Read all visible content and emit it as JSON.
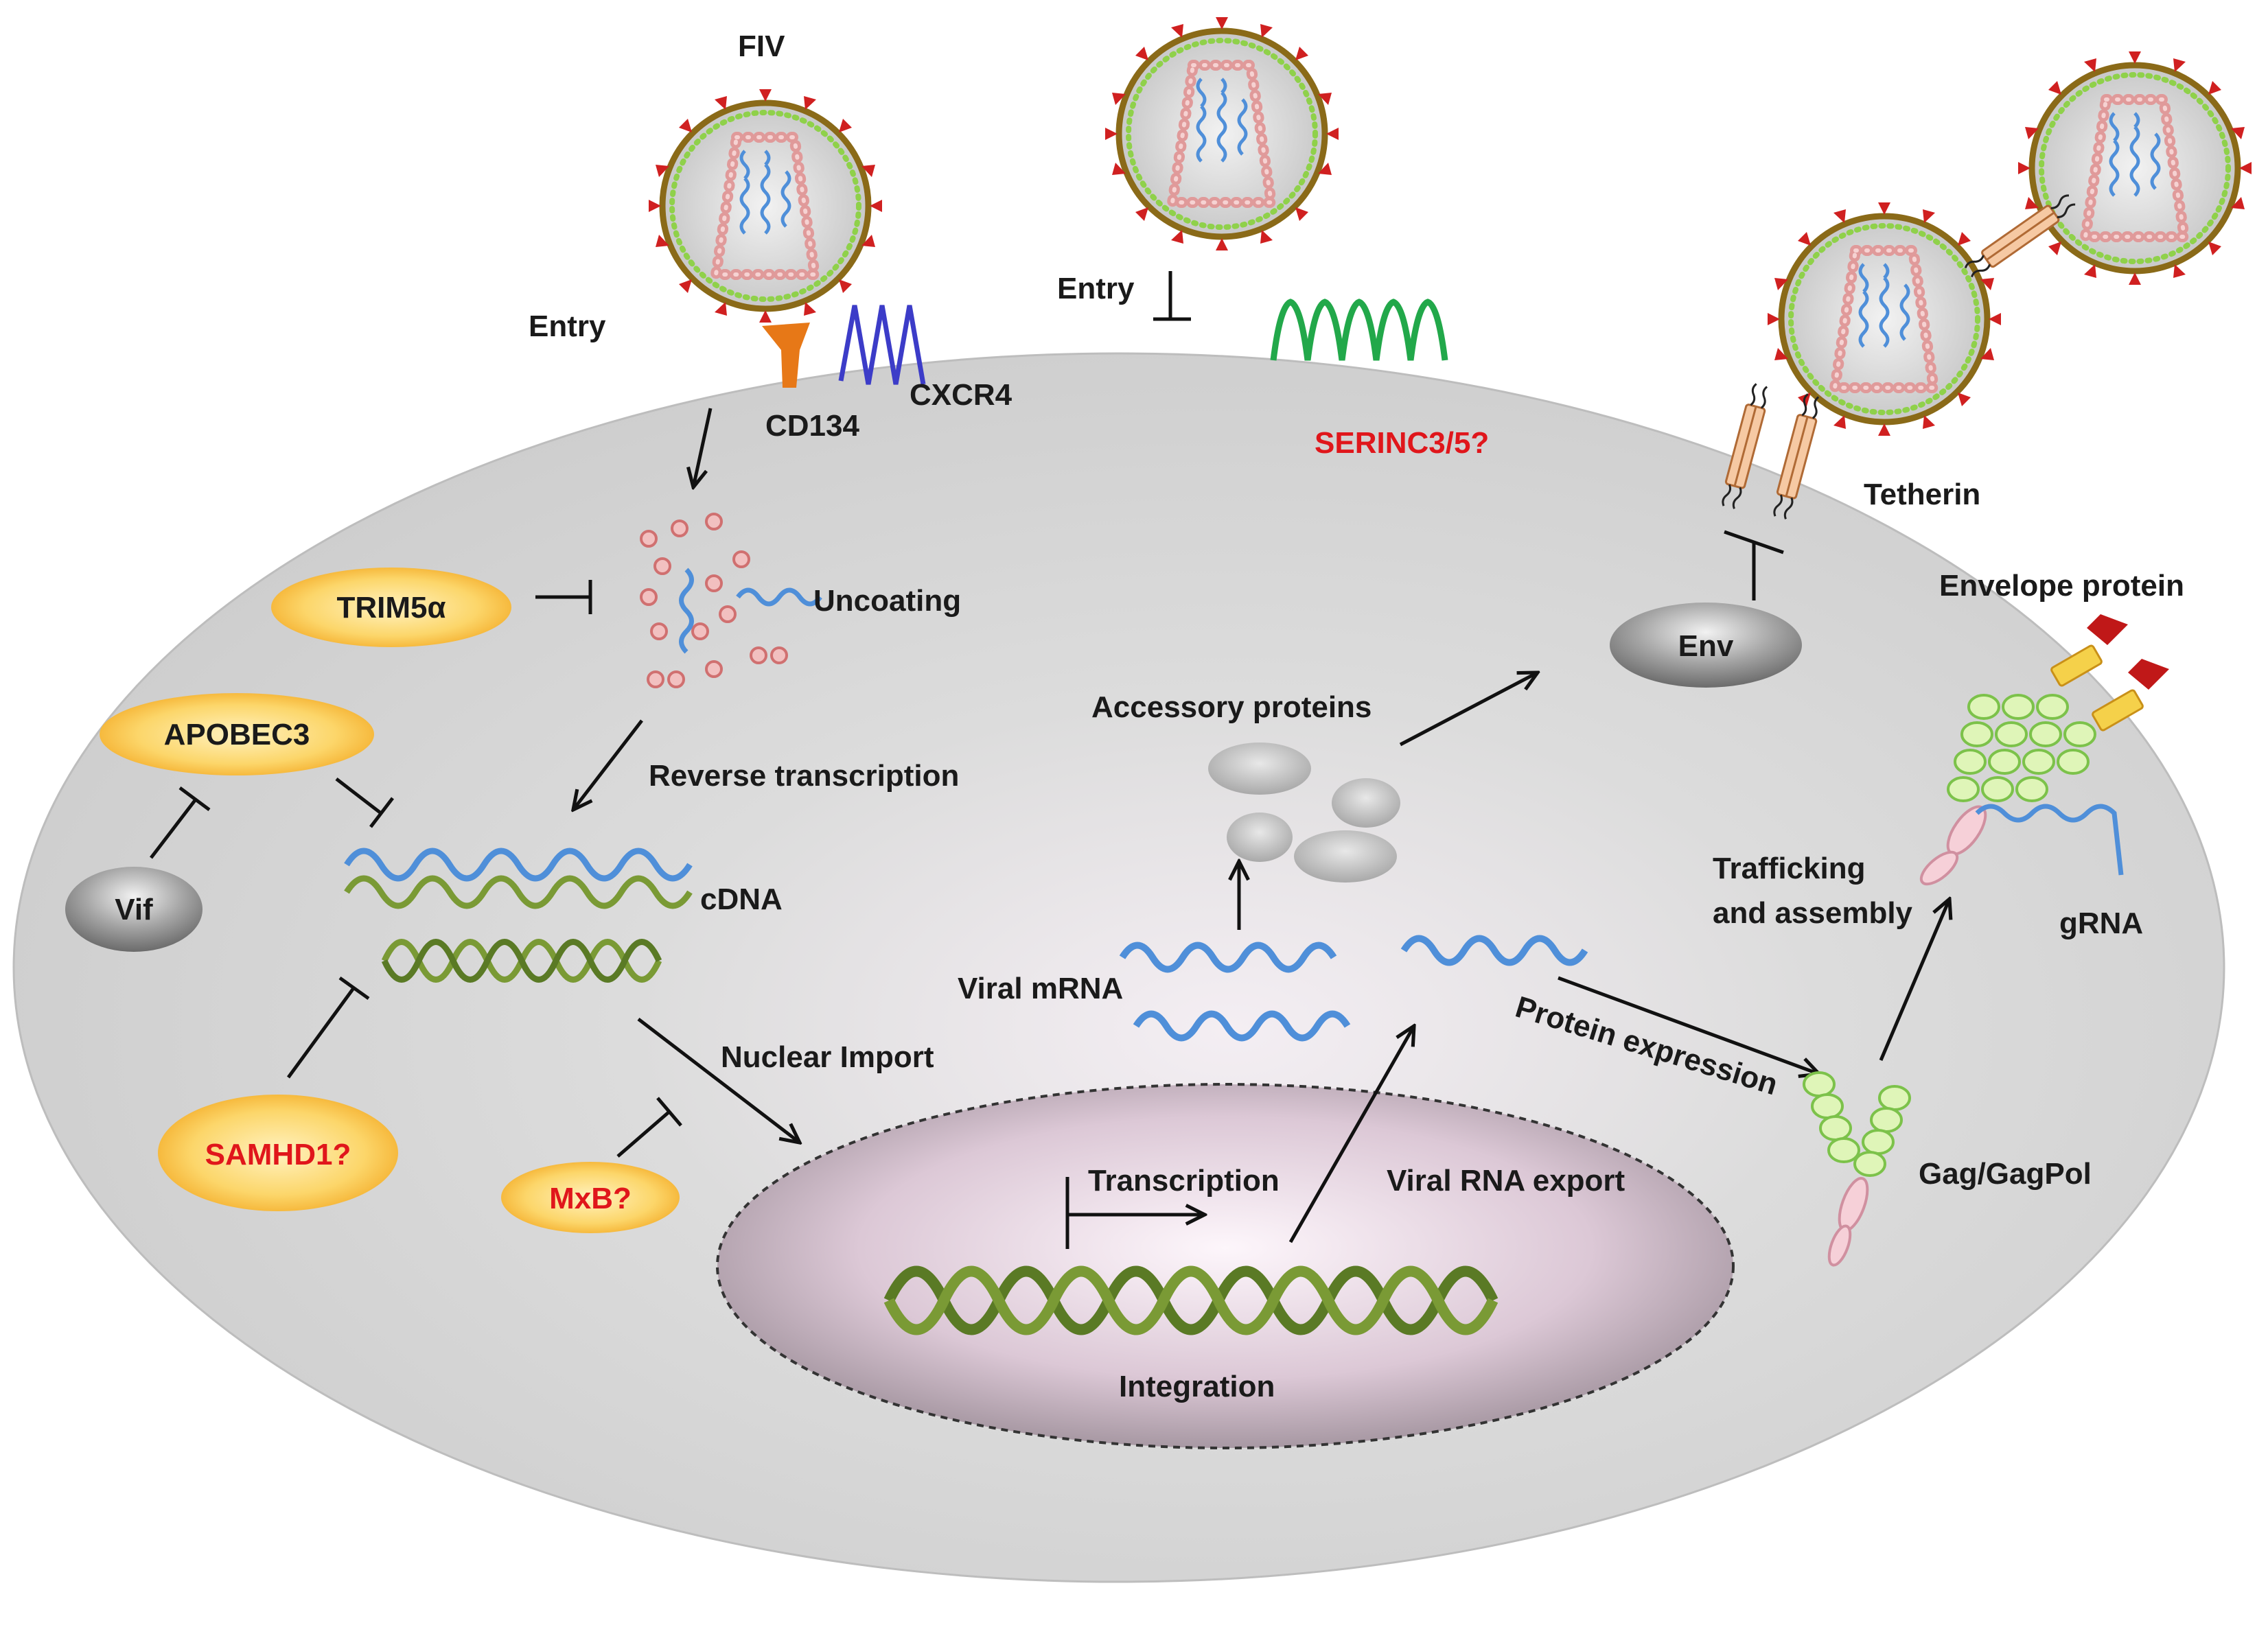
{
  "labels": {
    "fiv": "FIV",
    "entry_left": "Entry",
    "cd134": "CD134",
    "cxcr4": "CXCR4",
    "entry_mid": "Entry",
    "serinc": "SERINC3/5?",
    "tetherin": "Tetherin",
    "envelope_protein": "Envelope protein",
    "env": "Env",
    "trim5a": "TRIM5α",
    "uncoating": "Uncoating",
    "apobec3": "APOBEC3",
    "reverse_transcription": "Reverse transcription",
    "vif": "Vif",
    "cdna": "cDNA",
    "accessory_proteins": "Accessory proteins",
    "trafficking_1": "Trafficking",
    "trafficking_2": "and assembly",
    "grna": "gRNA",
    "viral_mrna": "Viral mRNA",
    "nuclear_import": "Nuclear Import",
    "protein_expression": "Protein expression",
    "samhd1": "SAMHD1?",
    "mxb": "MxB?",
    "transcription": "Transcription",
    "viral_rna_export": "Viral RNA export",
    "gag_gagpol": "Gag/GagPol",
    "integration": "Integration"
  },
  "colors": {
    "cell": "#d2d2d2",
    "nucleus": "#c9b6c3",
    "rna": "#4f8fd9",
    "dna": "#6c8e2e",
    "restriction_factor": "#f5b62a",
    "viral_protein": "#8a8a8a",
    "virion_envelope": "#8a6a18",
    "capsid": "#d89090",
    "spike": "#d02020",
    "cd134": "#e77817",
    "cxcr4": "#3c3cc8",
    "serinc": "#22a84a",
    "red_text": "#e0161b"
  },
  "icons": [
    "fiv-virion-icon",
    "receptor-icon",
    "coreceptor-icon",
    "serinc-icon",
    "tetherin-icon",
    "capsid-fragment-icon",
    "rna-strand-icon",
    "dna-helix-icon",
    "gag-protein-icon"
  ]
}
